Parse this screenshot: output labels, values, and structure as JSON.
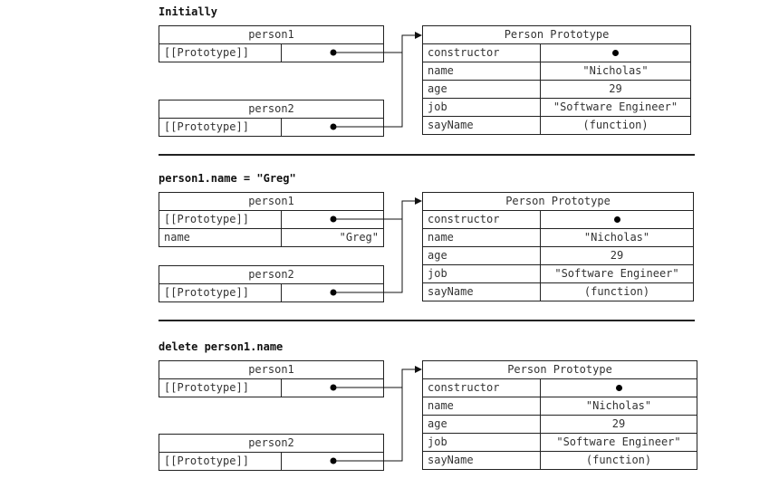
{
  "sections": [
    {
      "heading": "Initially",
      "person1": {
        "title": "person1",
        "rows": [
          {
            "key": "[[Prototype]]",
            "value": "",
            "pointer": true
          }
        ]
      },
      "person2": {
        "title": "person2",
        "rows": [
          {
            "key": "[[Prototype]]",
            "value": "",
            "pointer": true
          }
        ]
      },
      "prototype": {
        "title": "Person Prototype",
        "rows": [
          {
            "key": "constructor",
            "value": "",
            "pointer": true
          },
          {
            "key": "name",
            "value": "\"Nicholas\""
          },
          {
            "key": "age",
            "value": "29"
          },
          {
            "key": "job",
            "value": "\"Software Engineer\""
          },
          {
            "key": "sayName",
            "value": "(function)"
          }
        ]
      }
    },
    {
      "heading": "person1.name = \"Greg\"",
      "person1": {
        "title": "person1",
        "rows": [
          {
            "key": "[[Prototype]]",
            "value": "",
            "pointer": true
          },
          {
            "key": "name",
            "value": "\"Greg\""
          }
        ]
      },
      "person2": {
        "title": "person2",
        "rows": [
          {
            "key": "[[Prototype]]",
            "value": "",
            "pointer": true
          }
        ]
      },
      "prototype": {
        "title": "Person Prototype",
        "rows": [
          {
            "key": "constructor",
            "value": "",
            "pointer": true
          },
          {
            "key": "name",
            "value": "\"Nicholas\""
          },
          {
            "key": "age",
            "value": "29"
          },
          {
            "key": "job",
            "value": "\"Software Engineer\""
          },
          {
            "key": "sayName",
            "value": "(function)"
          }
        ]
      }
    },
    {
      "heading": "delete person1.name",
      "person1": {
        "title": "person1",
        "rows": [
          {
            "key": "[[Prototype]]",
            "value": "",
            "pointer": true
          }
        ]
      },
      "person2": {
        "title": "person2",
        "rows": [
          {
            "key": "[[Prototype]]",
            "value": "",
            "pointer": true
          }
        ]
      },
      "prototype": {
        "title": "Person Prototype",
        "rows": [
          {
            "key": "constructor",
            "value": "",
            "pointer": true
          },
          {
            "key": "name",
            "value": "\"Nicholas\""
          },
          {
            "key": "age",
            "value": "29"
          },
          {
            "key": "job",
            "value": "\"Software Engineer\""
          },
          {
            "key": "sayName",
            "value": "(function)"
          }
        ]
      }
    }
  ]
}
